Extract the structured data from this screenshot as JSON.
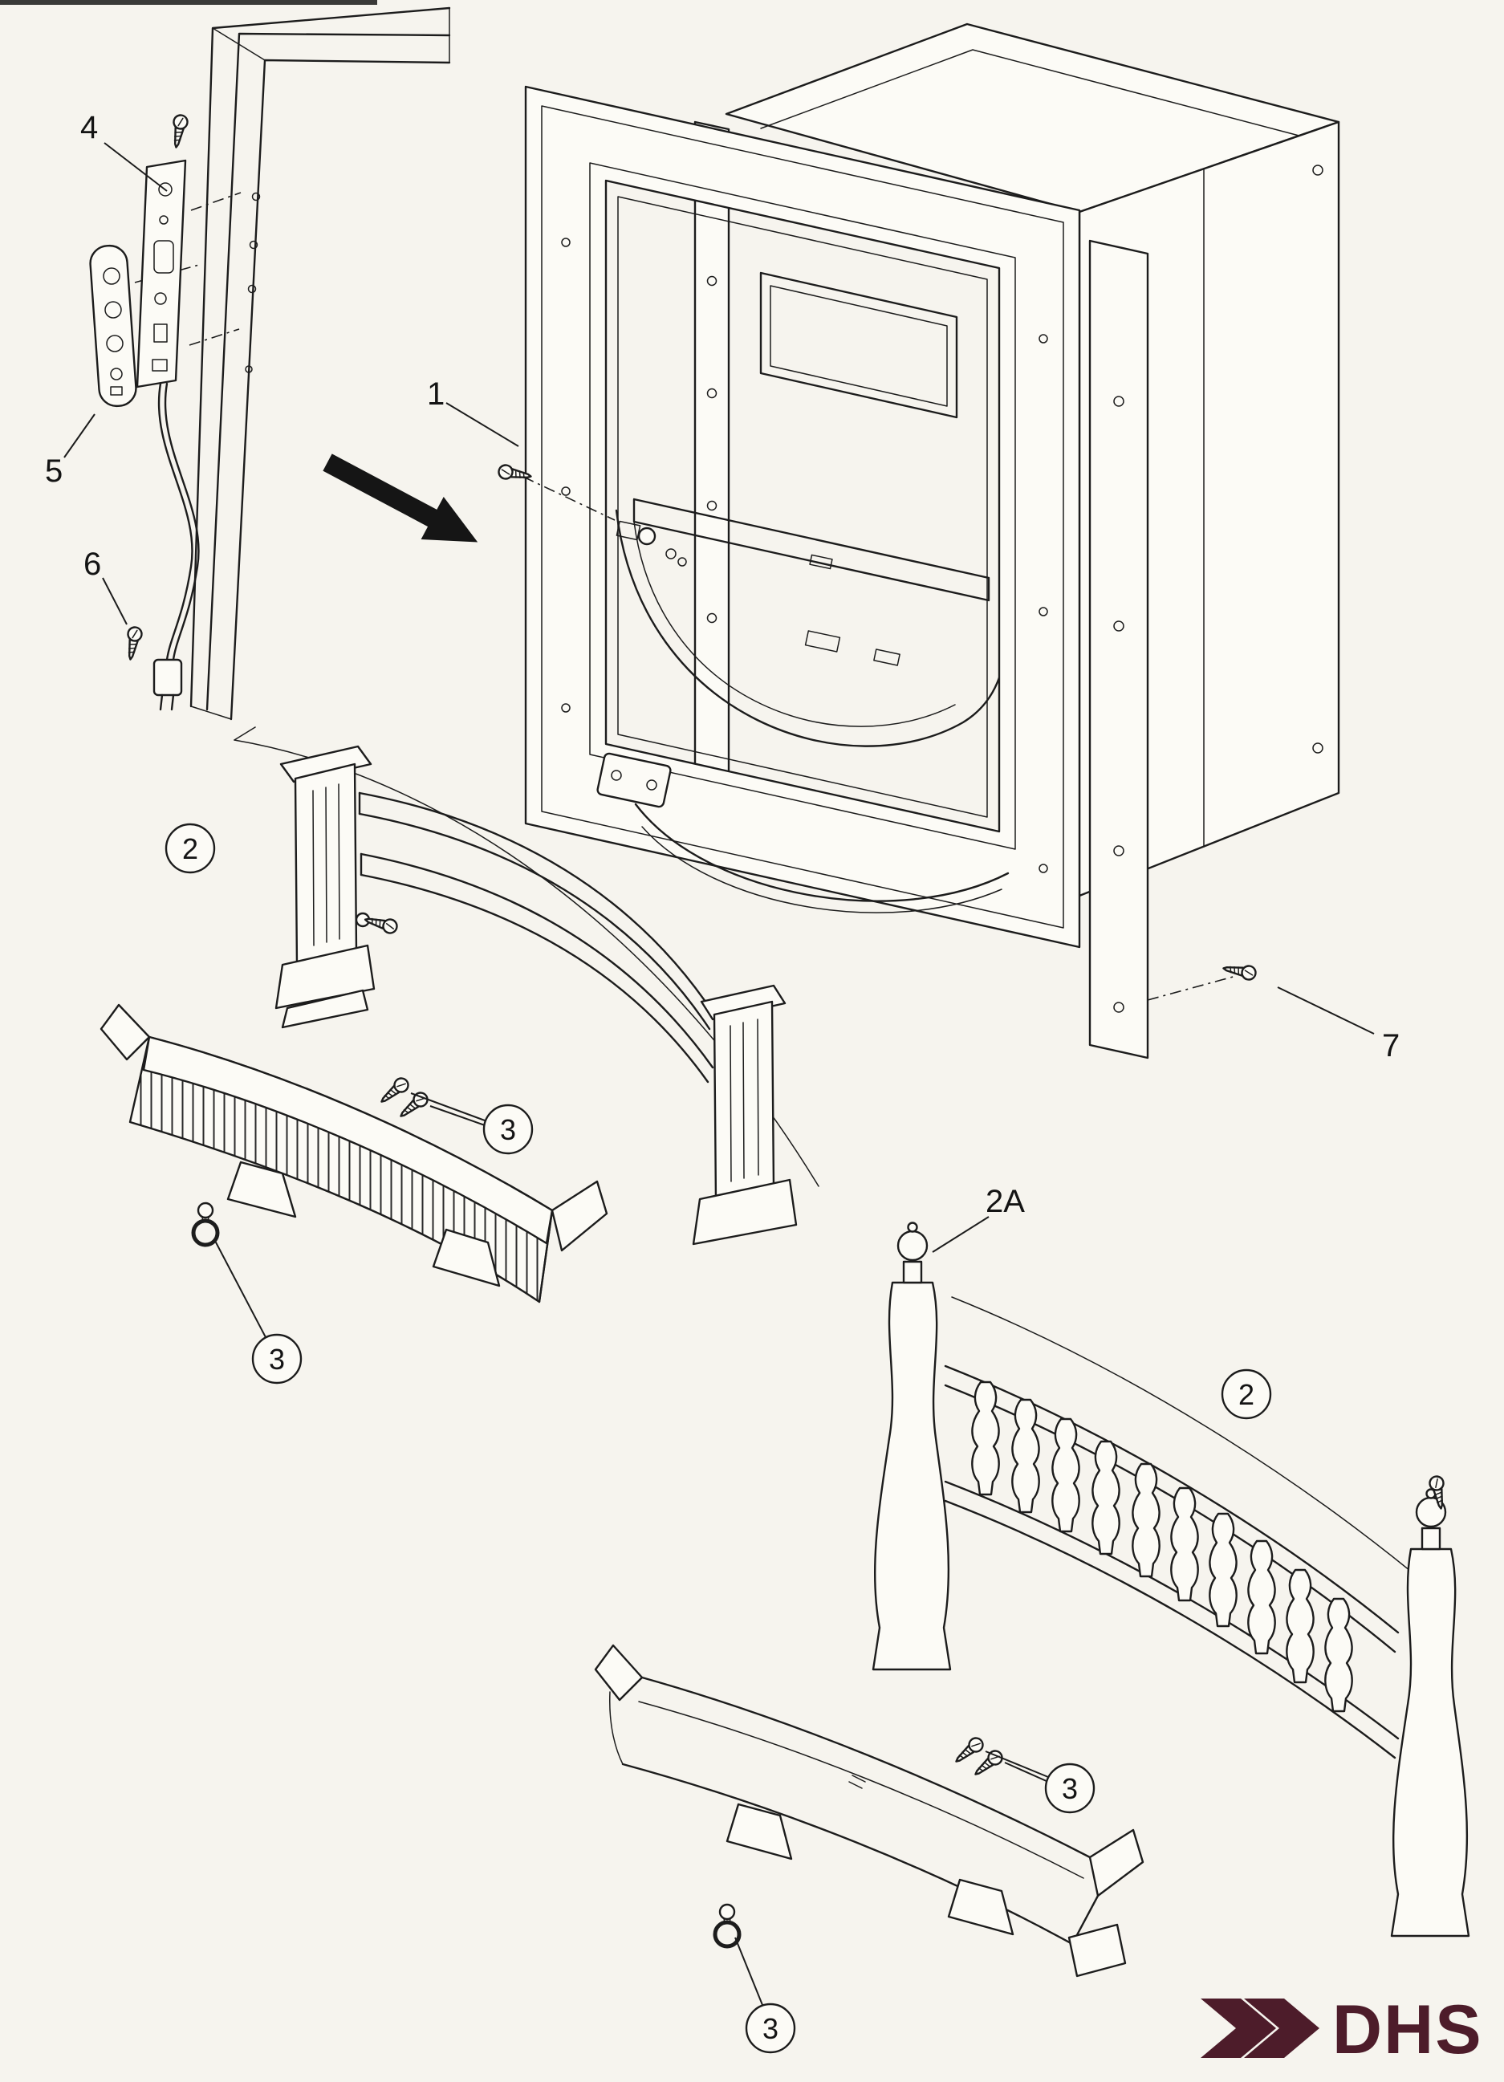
{
  "page": {
    "background": "#f6f4ee",
    "ink": "#1c1c1c"
  },
  "figure": {
    "callout_labels": {
      "part_1": "1",
      "part_2": "2",
      "part_2a": "2A",
      "part_3": "3",
      "part_4": "4",
      "part_5": "5",
      "part_6": "6",
      "part_7": "7"
    }
  },
  "logo": {
    "text": "DHS",
    "color": "#4d1c2a"
  }
}
